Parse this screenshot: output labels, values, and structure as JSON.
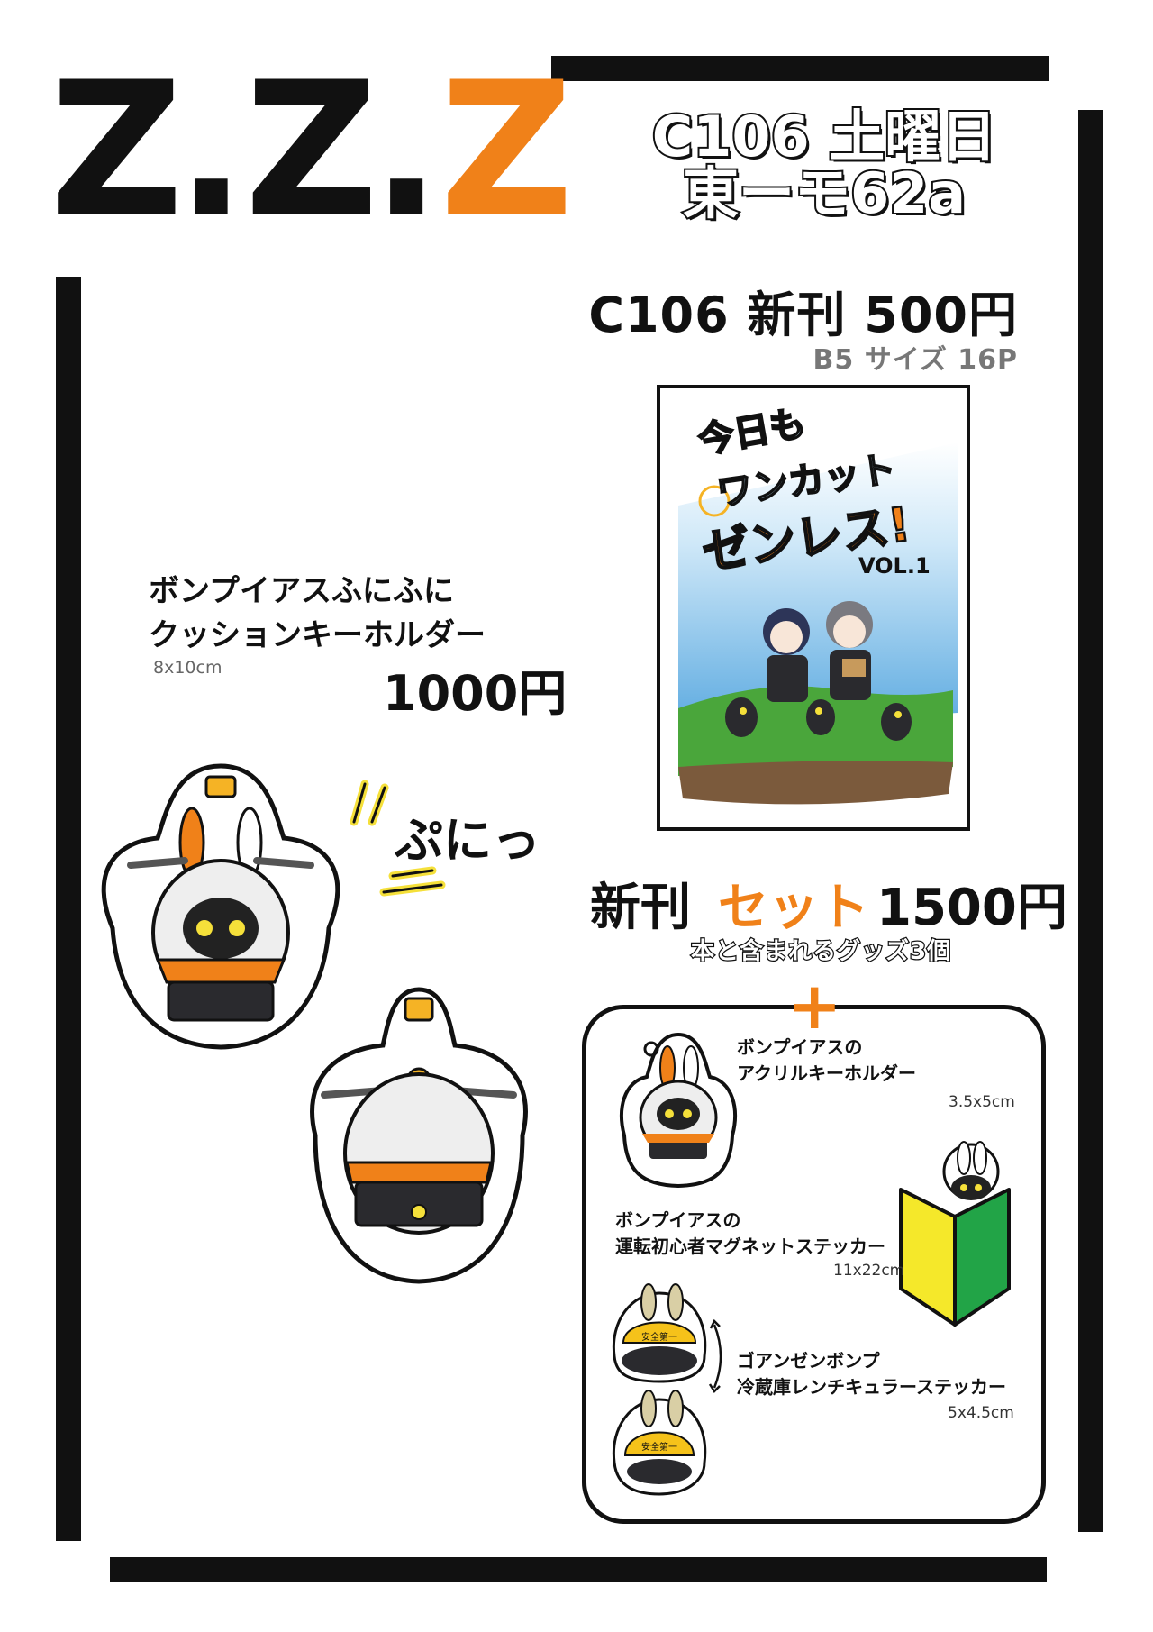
{
  "logo": {
    "letters": [
      "Z",
      ".",
      "Z",
      ".",
      "Z"
    ],
    "accent_color": "#f08119"
  },
  "event": {
    "line1": "C106 土曜日",
    "line2": "東ーモ62a"
  },
  "new_book": {
    "title": "C106 新刊 500円",
    "spec": "B5 サイズ 16P"
  },
  "cover": {
    "title_line1": "今日も",
    "title_line2": "ワンカット",
    "title_line3": "ゼンレス!",
    "volume": "VOL.1"
  },
  "cushion": {
    "name_line1": "ボンプイアスふにふに",
    "name_line2": "クッションキーホルダー",
    "size": "8x10cm",
    "price": "1000円",
    "sfx": "ぷにっ"
  },
  "set": {
    "label_new": "新刊",
    "label_set": "セット",
    "price": "1500円",
    "subtitle": "本と含まれるグッズ3個",
    "plus": "+",
    "items": [
      {
        "line1": "ボンプイアスの",
        "line2": "アクリルキーホルダー",
        "size": "3.5x5cm"
      },
      {
        "line1": "ボンプイアスの",
        "line2": "運転初心者マグネットステッカー",
        "size": "11x22cm"
      },
      {
        "line1": "ゴアンゼンボンプ",
        "line2": "冷蔵庫レンチキュラーステッカー",
        "size": "5x4.5cm"
      }
    ],
    "helmet_text": "安全第一"
  }
}
